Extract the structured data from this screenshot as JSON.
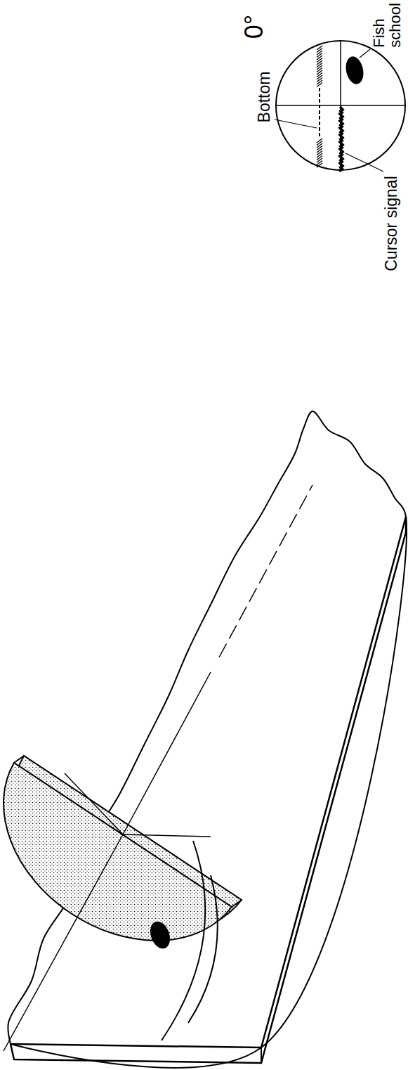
{
  "diagram": {
    "labels": [
      "0°",
      "Bottom",
      "Fish school",
      "Cursor signal"
    ]
  }
}
